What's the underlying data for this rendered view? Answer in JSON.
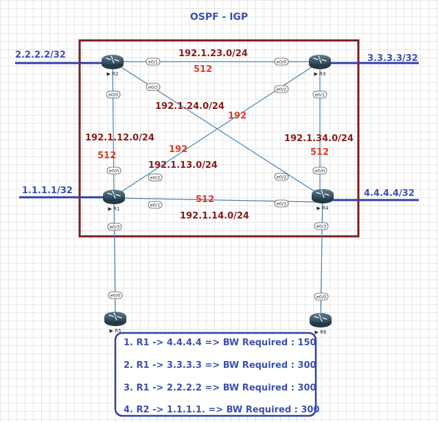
{
  "title": "OSPF - IGP",
  "routers": [
    {
      "id": "r1",
      "label": "R1"
    },
    {
      "id": "r2",
      "label": "R2"
    },
    {
      "id": "r3",
      "label": "R3"
    },
    {
      "id": "r4",
      "label": "R4"
    },
    {
      "id": "r5",
      "label": "R5"
    },
    {
      "id": "r6",
      "label": "R6"
    }
  ],
  "prefixes": {
    "r1": "1.1.1.1/32",
    "r2": "2.2.2.2/32",
    "r3": "3.3.3.3/32",
    "r4": "4.4.4.4/32"
  },
  "subnets": {
    "r2_r3": "192.1.23.0/24",
    "r2_r4": "192.1.24.0/24",
    "r1_r2": "192.1.12.0/24",
    "r3_r4": "192.1.34.0/24",
    "r1_r3": "192.1.13.0/24",
    "r1_r4": "192.1.14.0/24"
  },
  "costs": {
    "r2_r3": "512",
    "r1_r2": "512",
    "r3_r4": "512",
    "r1_r4": "512",
    "r2_r4": "192",
    "r1_r3": "192"
  },
  "interfaces": {
    "r2_e01": "e0/1",
    "r2_e02": "e0/2",
    "r2_e00": "e0/0",
    "r3_e00": "e0/0",
    "r3_e02": "e0/2",
    "r3_e01": "e0/1",
    "r1_e00": "e0/0",
    "r1_e02": "e0/2",
    "r1_e01": "e0/1",
    "r1_e03": "e0/3",
    "r4_e00": "e0/0",
    "r4_e02": "e0/2",
    "r4_e01": "e0/1",
    "r4_e03": "e0/3",
    "r5_e00": "e0/0",
    "r6_e00": "e0/0"
  },
  "requirements": [
    "1. R1 -> 4.4.4.4 =>  BW Required : 150",
    "2. R1 -> 3.3.3.3 =>  BW Required : 300",
    "3. R1 -> 2.2.2.2 =>  BW Required : 300",
    "4. R2 -> 1.1.1.1. => BW Required : 300"
  ],
  "colors": {
    "area_border": "#7a1c1c",
    "link": "#3f7fb4",
    "external_link": "#2f3fa8",
    "title": "#3c4fb4",
    "subnet": "#8b1a1a",
    "cost": "#e03b2b",
    "router_fill": "#3a5868",
    "requirements_border": "#2f3fa8"
  },
  "icons": {
    "router": "router-icon"
  }
}
